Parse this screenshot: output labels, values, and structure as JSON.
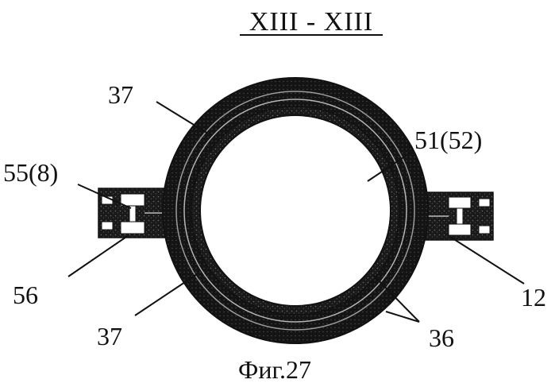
{
  "title": "XIII - XIII",
  "caption": "Фиг.27",
  "labels": {
    "ring_top_left": "37",
    "bore": "51(52)",
    "left_connector": "55(8)",
    "left_lower": "56",
    "right_lower": "12",
    "ring_bottom_left": "37",
    "ring_bottom_right": "36"
  },
  "colors": {
    "ink": "#111111",
    "paper": "#ffffff"
  }
}
